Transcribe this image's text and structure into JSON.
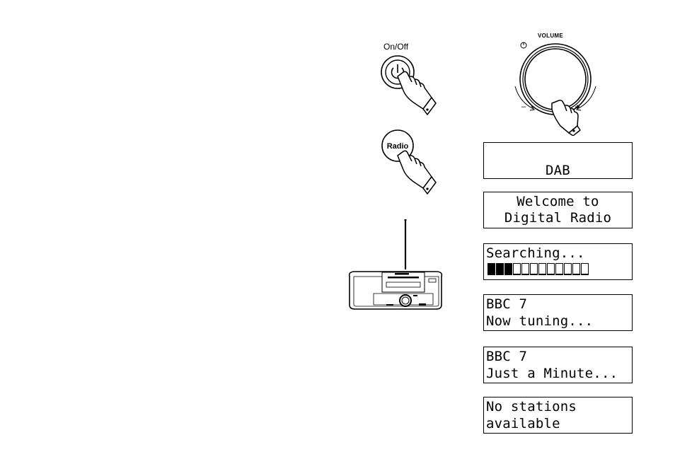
{
  "buttons": {
    "on_off_label": "On/Off",
    "radio_label": "Radio",
    "volume_label": "VOLUME",
    "volume_minus": "–",
    "volume_plus": "+"
  },
  "screens": {
    "dab": {
      "line1": "",
      "line2": "DAB"
    },
    "welcome": {
      "line1": "Welcome to",
      "line2": "Digital Radio"
    },
    "searching": {
      "line1": "Searching...",
      "progress_total": 12,
      "progress_filled": 3
    },
    "now_tuning": {
      "line1": "BBC 7",
      "line2": "Now tuning..."
    },
    "just_a_minute": {
      "line1": "BBC 7",
      "line2": "Just a Minute..."
    },
    "no_stations": {
      "line1": "No stations",
      "line2": "available"
    }
  }
}
